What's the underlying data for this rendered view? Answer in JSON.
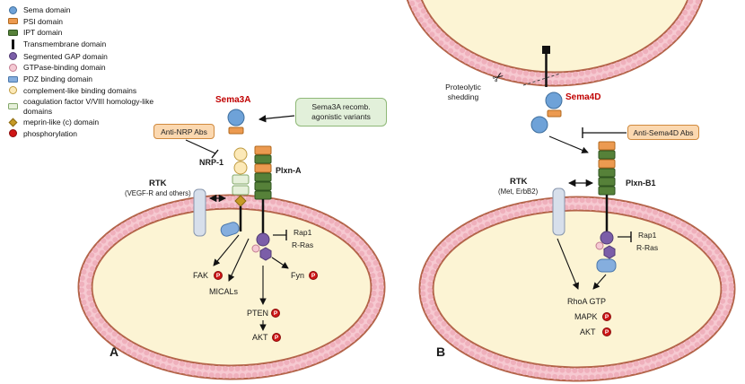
{
  "legend": {
    "items": [
      {
        "label": "Sema domain",
        "icon": "sema-circle"
      },
      {
        "label": "PSI domain",
        "icon": "psi-rect"
      },
      {
        "label": "IPT domain",
        "icon": "ipt-rect"
      },
      {
        "label": "Transmembrane domain",
        "icon": "transmembrane-bar"
      },
      {
        "label": "Segmented GAP domain",
        "icon": "gap-circle"
      },
      {
        "label": "GTPase-binding domain",
        "icon": "gtpase-circle"
      },
      {
        "label": "PDZ binding domain",
        "icon": "pdz-rect"
      },
      {
        "label": "complement-like binding domains",
        "icon": "complement-circle"
      },
      {
        "label": "coagulation factor V/VIII homology-like domains",
        "icon": "coagulation-rect"
      },
      {
        "label": "meprin-like (c) domain",
        "icon": "meprin-diamond"
      },
      {
        "label": "phosphorylation",
        "icon": "phospho-circle"
      }
    ]
  },
  "panelA": {
    "label": "A",
    "ligand": "Sema3A",
    "anti_nrp_abs": "Anti-NRP Abs",
    "agonist_box": "Sema3A recomb. agonistic variants",
    "nrp1": "NRP-1",
    "plxn": "Plxn-A",
    "rtk": "RTK",
    "rtk_sub": "(VEGF-R and others)",
    "rap1": "Rap1",
    "rras": "R-Ras",
    "fak": "FAK",
    "micals": "MICALs",
    "fyn": "Fyn",
    "pten": "PTEN",
    "akt": "AKT"
  },
  "panelB": {
    "label": "B",
    "shedding": "Proteolytic shedding",
    "ligand": "Sema4D",
    "anti_sema4d_abs": "Anti-Sema4D Abs",
    "rtk": "RTK",
    "rtk_sub": "(Met, ErbB2)",
    "plxn": "Plxn-B1",
    "rap1": "Rap1",
    "rras": "R-Ras",
    "rhoa_gtp": "RhoA GTP",
    "mapk": "MAPK",
    "akt": "AKT"
  },
  "badges": {
    "p": "P"
  },
  "colors": {
    "membrane_bead": "#f2b9c4",
    "membrane_outline": "#b4644a",
    "cytoplasm": "#fcf4d4",
    "sema_domain": "#6ea2d8",
    "psi_domain": "#ec9a50",
    "ipt_domain": "#568139",
    "gap_domain": "#7b5ea8",
    "gtpase_domain": "#f5c9d3",
    "pdz_domain": "#85aede",
    "complement_domain": "#fce9b8",
    "coagulation_domain": "#e6f0da",
    "meprin_domain": "#c79a26",
    "phosphorylation": "#cf1616",
    "ligand_label": "#c00000",
    "antibody_box": "#fbd8b0",
    "agonist_box": "#e2f0da"
  }
}
